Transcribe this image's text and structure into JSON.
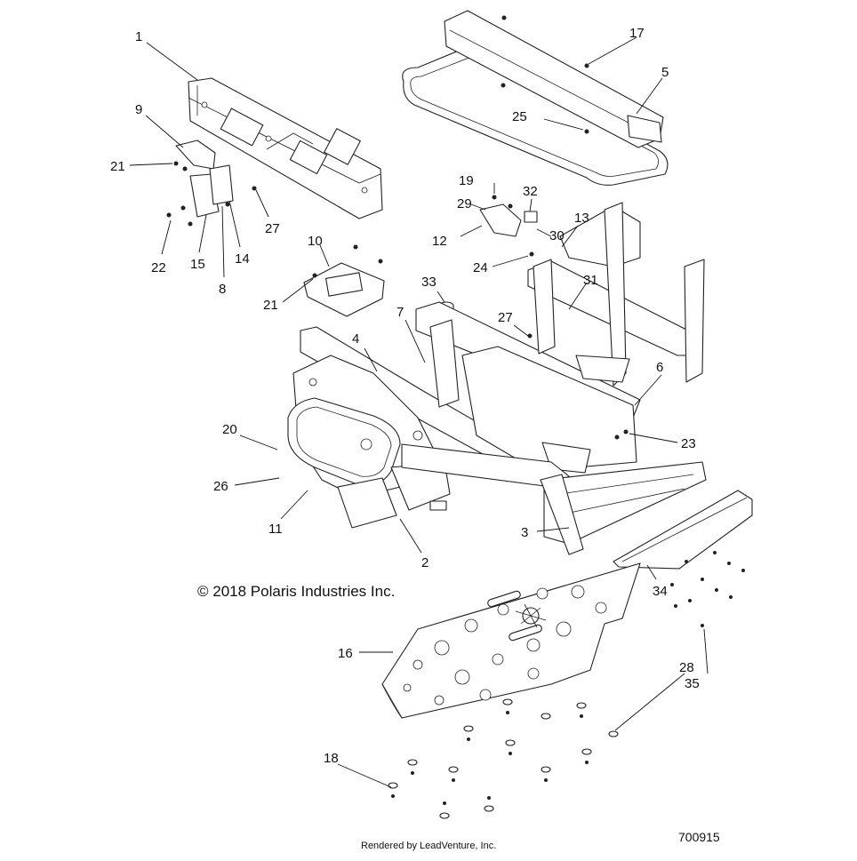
{
  "copyright": "© 2018 Polaris Industries Inc.",
  "rendered_by": "Rendered by LeadVenture, Inc.",
  "diagram_number": "700915",
  "callouts": [
    "1",
    "2",
    "3",
    "4",
    "5",
    "6",
    "7",
    "8",
    "9",
    "10",
    "11",
    "12",
    "13",
    "14",
    "15",
    "16",
    "17",
    "18",
    "19",
    "20",
    "21",
    "21",
    "22",
    "23",
    "24",
    "25",
    "26",
    "27",
    "27",
    "28",
    "29",
    "30",
    "31",
    "32",
    "33",
    "34",
    "35"
  ]
}
